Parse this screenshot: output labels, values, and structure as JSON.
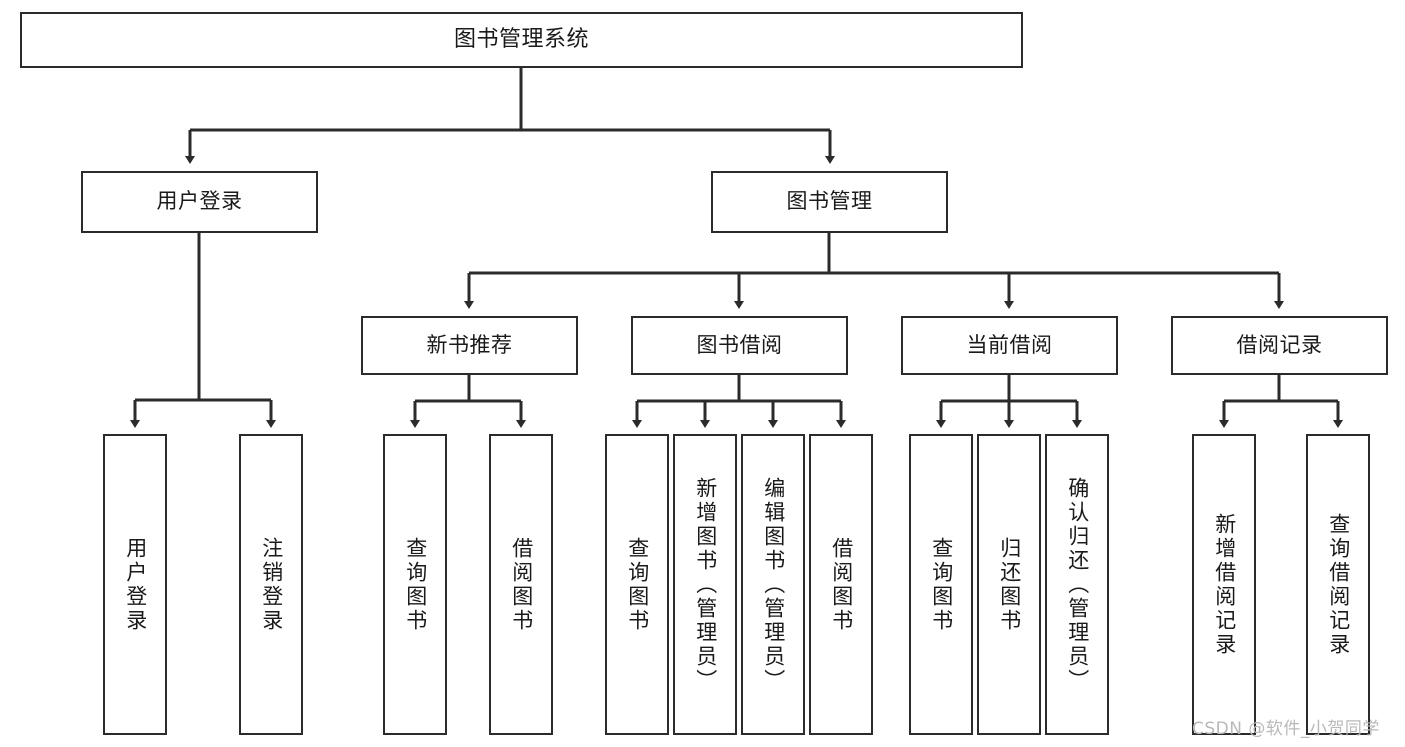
{
  "diagram": {
    "type": "tree",
    "title": "图书管理系统",
    "watermark": "CSDN @软件_小贺同学",
    "colors": {
      "box_border": "#2b2b2b",
      "box_fill": "#ffffff",
      "connector": "#2b2b2b",
      "text": "#1a1a1a",
      "watermark": "#b9b9b9"
    },
    "nodes": {
      "root": {
        "label": "图书管理系统"
      },
      "level2": [
        {
          "label": "用户登录"
        },
        {
          "label": "图书管理"
        }
      ],
      "level3": [
        {
          "label": "新书推荐"
        },
        {
          "label": "图书借阅"
        },
        {
          "label": "当前借阅"
        },
        {
          "label": "借阅记录"
        }
      ],
      "leaves_user_login": [
        {
          "label": "用户登录"
        },
        {
          "label": "注销登录"
        }
      ],
      "leaves_new_book": [
        {
          "label": "查询图书"
        },
        {
          "label": "借阅图书"
        }
      ],
      "leaves_borrow": [
        {
          "label": "查询图书"
        },
        {
          "label": "新增图书（管理员）"
        },
        {
          "label": "编辑图书（管理员）"
        },
        {
          "label": "借阅图书"
        }
      ],
      "leaves_current": [
        {
          "label": "查询图书"
        },
        {
          "label": "归还图书"
        },
        {
          "label": "确认归还（管理员）"
        }
      ],
      "leaves_records": [
        {
          "label": "新增借阅记录"
        },
        {
          "label": "查询借阅记录"
        }
      ]
    }
  }
}
